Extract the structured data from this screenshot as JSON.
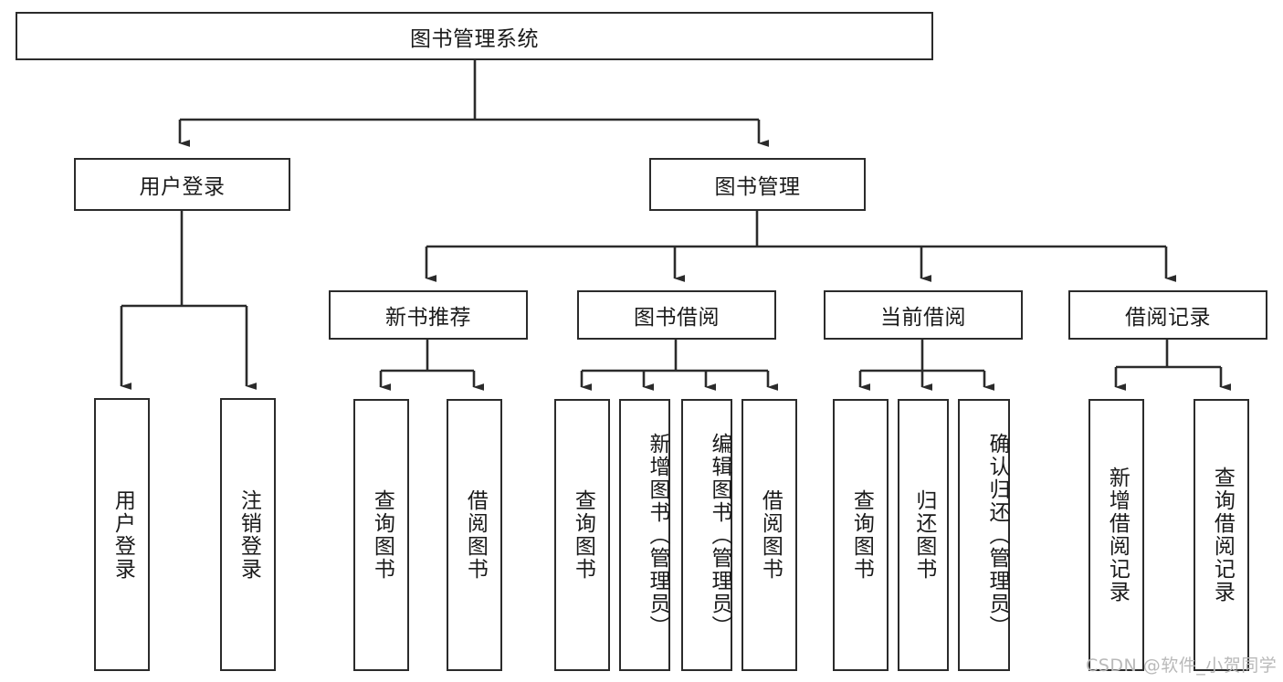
{
  "diagram": {
    "type": "tree-hierarchy-chart",
    "title": "图书管理系统",
    "colors": {
      "stroke": "#2b2b2b",
      "fill": "#ffffff",
      "text": "#1a1a1a",
      "watermark": "#b9b9b9"
    },
    "root": {
      "label": "图书管理系统"
    },
    "level2": [
      {
        "label": "用户登录"
      },
      {
        "label": "图书管理"
      }
    ],
    "level3": [
      {
        "label": "新书推荐"
      },
      {
        "label": "图书借阅"
      },
      {
        "label": "当前借阅"
      },
      {
        "label": "借阅记录"
      }
    ],
    "leaves": {
      "user_login": [
        {
          "label": "用户登录"
        },
        {
          "label": "注销登录"
        }
      ],
      "new_book": [
        {
          "label": "查询图书"
        },
        {
          "label": "借阅图书"
        }
      ],
      "book_borrow": [
        {
          "label": "查询图书"
        },
        {
          "label": "新增图书（管理员）"
        },
        {
          "label": "编辑图书（管理员）"
        },
        {
          "label": "借阅图书"
        }
      ],
      "current_borrow": [
        {
          "label": "查询图书"
        },
        {
          "label": "归还图书"
        },
        {
          "label": "确认归还（管理员）"
        }
      ],
      "borrow_record": [
        {
          "label": "新增借阅记录"
        },
        {
          "label": "查询借阅记录"
        }
      ]
    },
    "watermark": "CSDN @软件_小贺同学"
  }
}
